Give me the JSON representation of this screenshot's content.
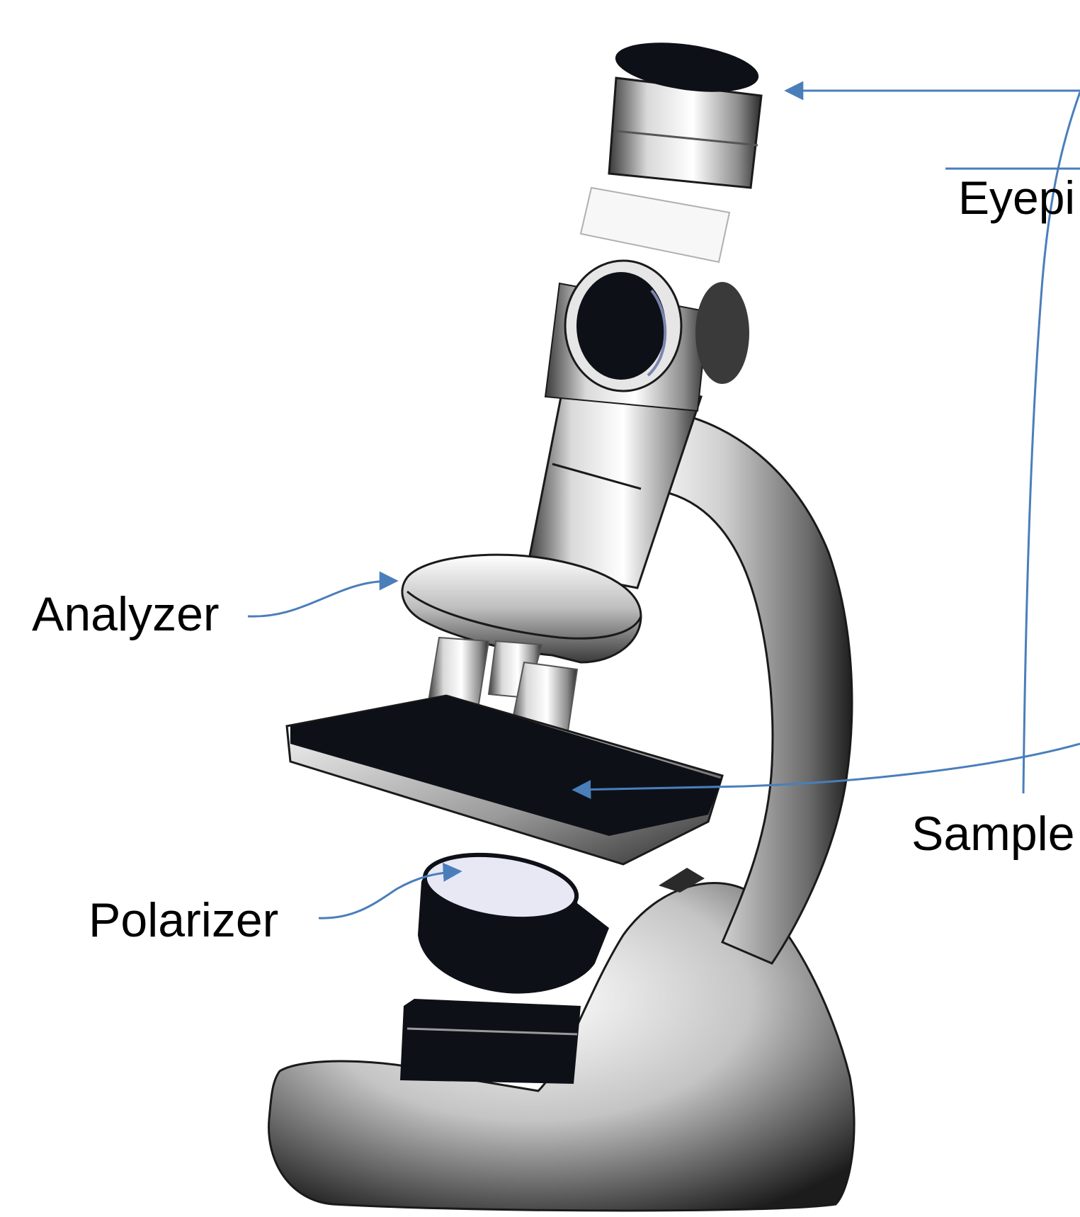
{
  "labels": {
    "eyepiece": "Eyepi",
    "analyzer": "Analyzer",
    "polarizer": "Polarizer",
    "sample": "Sample"
  },
  "colors": {
    "arrow": "#4a7ebb",
    "metal_light": "#f2f2f2",
    "metal_mid": "#9a9a9a",
    "metal_dark": "#2a2a2a",
    "black": "#0d1117",
    "lens_glass": "#e8e8f5"
  }
}
